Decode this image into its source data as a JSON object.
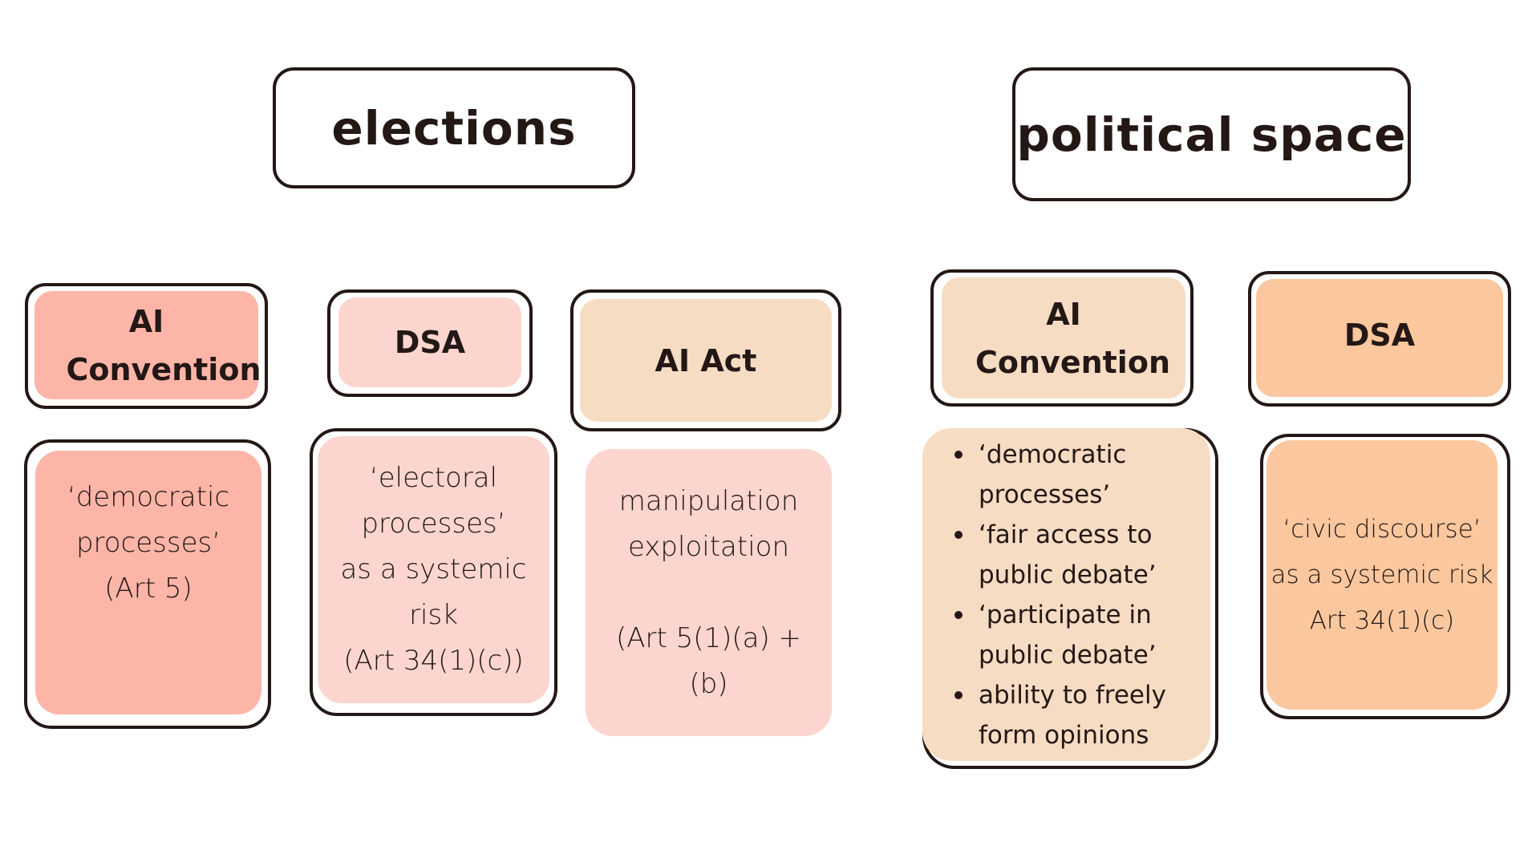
{
  "elections": {
    "title": "elections",
    "columns": [
      {
        "header": "AI Convention",
        "lines": [
          "‘democratic",
          "processes’",
          "(Art 5)"
        ],
        "color": "#FDB5A8"
      },
      {
        "header": "DSA",
        "lines": [
          "‘electoral",
          "processes’",
          "as a systemic",
          "risk",
          "(Art 34(1)(c))"
        ],
        "color": "#FBD5CE"
      },
      {
        "header": "AI Act",
        "lines": [
          "manipulation",
          "exploitation",
          "",
          "(Art 5(1)(a) +",
          "(b)"
        ],
        "color": "#F7DCC4"
      }
    ]
  },
  "political_space": {
    "title": "political space",
    "columns": [
      {
        "header": "AI Convention",
        "bullets": [
          "‘democratic processes’",
          "‘fair access to public debate’",
          "‘participate in public debate’",
          "ability to freely form opinions"
        ],
        "color": "#F7DCC4"
      },
      {
        "header": "DSA",
        "lines": [
          "‘civic discourse’",
          "as a systemic risk",
          "Art 34(1)(c)"
        ],
        "color": "#FBC79E"
      }
    ]
  }
}
